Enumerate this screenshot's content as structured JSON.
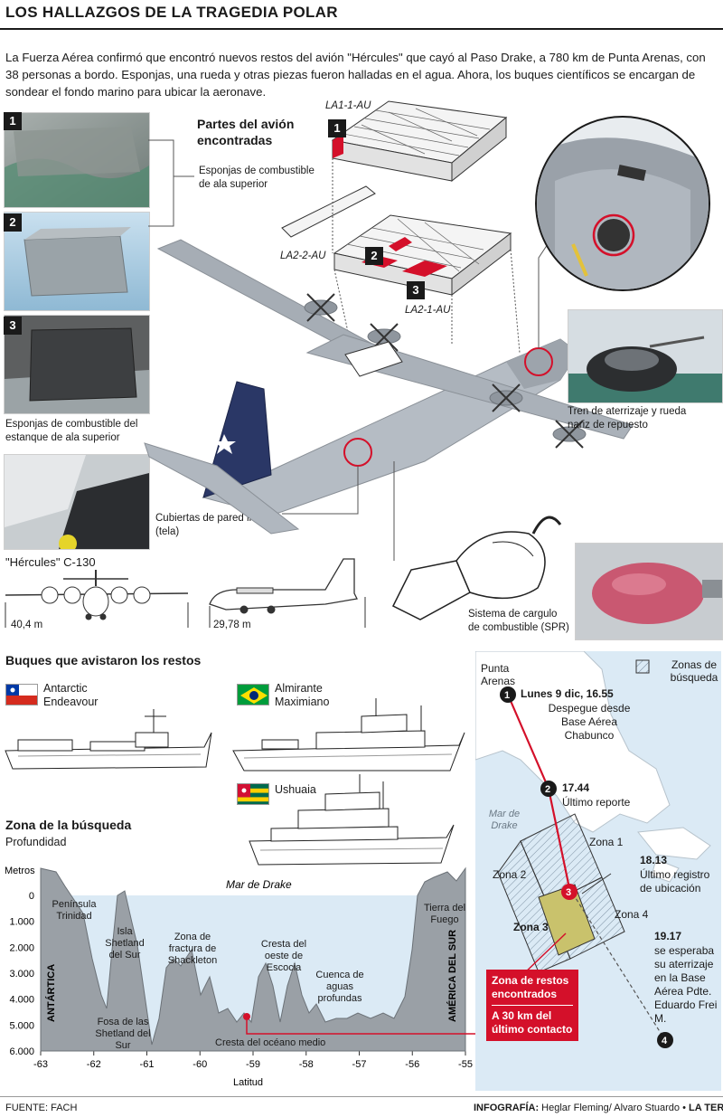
{
  "title": "LOS HALLAZGOS DE LA TRAGEDIA POLAR",
  "intro": "La Fuerza Aérea confirmó que encontró nuevos restos del avión \"Hércules\" que cayó al Paso Drake, a 780 km de Punta Arenas, con 38 personas a bordo. Esponjas, una rueda y otras piezas fueron halladas en el agua. Ahora, los buques científicos se encargan de sondear el fondo marino para ubicar la aeronave.",
  "photos": {
    "n1": "1",
    "n2": "2",
    "n3": "3",
    "cap_esponjas_sup": "Esponjas de combustible de ala superior",
    "cap_esponjas_estanque": "Esponjas de combustible del estanque de ala superior",
    "cap_cubiertas": "Cubiertas de pared interior (tela)",
    "cap_tren": "Tren de aterrizaje y rueda nariz de repuesto",
    "cap_sistema": "Sistema de cargulo de combustible (SPR)"
  },
  "parts": {
    "heading": "Partes del avión encontradas",
    "la1": "LA1-1-AU",
    "la2_2": "LA2-2-AU",
    "la2_1": "LA2-1-AU"
  },
  "aircraft": {
    "name": "\"Hércules\" C-130",
    "width": "40,4 m",
    "length": "29,78 m"
  },
  "ships": {
    "heading": "Buques que avistaron los restos",
    "antarctic": "Antarctic Endeavour",
    "almirante": "Almirante Maximiano",
    "ushuaia": "Ushuaia"
  },
  "profile": {
    "heading": "Zona de la búsqueda",
    "subheading": "Profundidad",
    "y_title": "Metros",
    "x_title": "Latitud",
    "sea_label": "Mar de Drake",
    "y_ticks": [
      "0",
      "1.000",
      "2.000",
      "3.000",
      "4.000",
      "5.000",
      "6.000"
    ],
    "x_ticks": [
      "-63",
      "-62",
      "-61",
      "-60",
      "-59",
      "-58",
      "-57",
      "-56",
      "-55"
    ],
    "labels": {
      "peninsula": "Península Trinidad",
      "shetland": "Isla Shetland del Sur",
      "shackleton": "Zona de fractura de Shackleton",
      "escocia": "Cresta del oeste de Escocia",
      "cuenca": "Cuenca de aguas profundas",
      "fuego": "Tierra del Fuego",
      "fosa": "Fosa de las Shetland del Sur",
      "cresta_medio": "Cresta del océano medio",
      "antartica": "ANTÁRTICA",
      "america": "AMÉRICA DEL SUR"
    }
  },
  "map": {
    "legend": "Zonas de búsqueda",
    "punta_arenas": "Punta Arenas",
    "mar_drake": "Mar de Drake",
    "p1_n": "1",
    "p1_time": "Lunes 9 dic, 16.55",
    "p1_desc": "Despegue desde Base Aérea Chabunco",
    "p2_n": "2",
    "p2_time": "17.44",
    "p2_desc": "Último reporte",
    "p3_n": "3",
    "p3_time": "18.13",
    "p3_desc": "Último registro de ubicación",
    "p4_n": "4",
    "p4_time": "19.17",
    "p4_desc": "se esperaba su aterrizaje en la Base Aérea Pdte. Eduardo Frei M.",
    "zona1": "Zona 1",
    "zona2": "Zona 2",
    "zona3": "Zona 3",
    "zona4": "Zona 4",
    "restos_title": "Zona de restos encontrados",
    "restos_dist": "A 30 km del último contacto"
  },
  "footer": {
    "source": "FUENTE: FACH",
    "credit_label": "INFOGRAFÍA:",
    "credit_names": "Heglar Fleming/ Alvaro Stuardo •",
    "brand": "LA TERCERA"
  }
}
